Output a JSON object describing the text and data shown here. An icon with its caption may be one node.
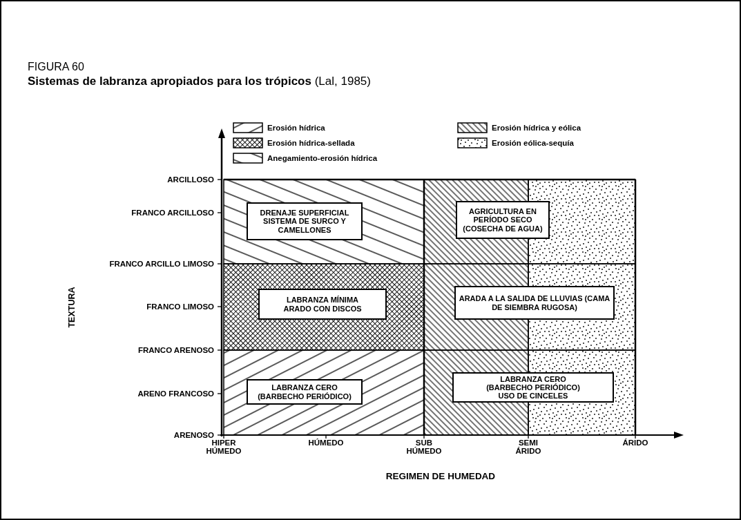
{
  "diagram": {
    "title": "**Sistemas de labranza apropiados para los trópicos** (Lal, 1985)",
    "nodes": [
      {
        "text": [
          "DRENAJE SUPERFICIAL SISTEMA DE SURCO Y CAMELLONES"
        ]
      },
      {
        "text": [
          "AGRICULTURA EN PERÍODO SECO (COSECHA DE AGUA)"
        ]
      },
      {
        "text": [
          "LABRANZA MÍNIMA ARADO CON DISCOS"
        ]
      },
      {
        "text": [
          "ARADA A LA SALIDA DE LLUVIAS (CAMA DE SIEMBRA RUGOSA)"
        ]
      },
      {
        "text": [
          "LABRANZA CERO (BARBECHO PERIÓDICO)"
        ]
      },
      {
        "text": [
          "LABRANZA CERO (BARBECHO PERIÓDICO) USO DE CINCELES"
        ]
      }
    ],
    "edges": [],
    "labels": [
      "FIGURA 60",
      "TEXTURA",
      "ARCILLOSO",
      "FRANCO ARCILLOSO",
      "FRANCO ARCILLO LIMOSO",
      "FRANCO LIMOSO",
      "FRANCO ARENOSO",
      "ARENO FRANCOSO",
      "ARENOSO",
      "HIPER HÚMEDO",
      "HÚMEDO",
      "SUB HÚMEDO",
      "SEMI ÁRIDO",
      "ÁRIDO",
      "REGIMEN DE HUMEDAD"
    ],
    "legend": [
      {
        "text": "Erosión hídrica"
      },
      {
        "text": "Erosión hídrica y eólica"
      },
      {
        "text": "Erosión hídrica-sellada"
      },
      {
        "text": "Erosión eólica-sequía"
      },
      {
        "text": "Anegamiento-erosión hídrica"
      }
    ]
  }
}
